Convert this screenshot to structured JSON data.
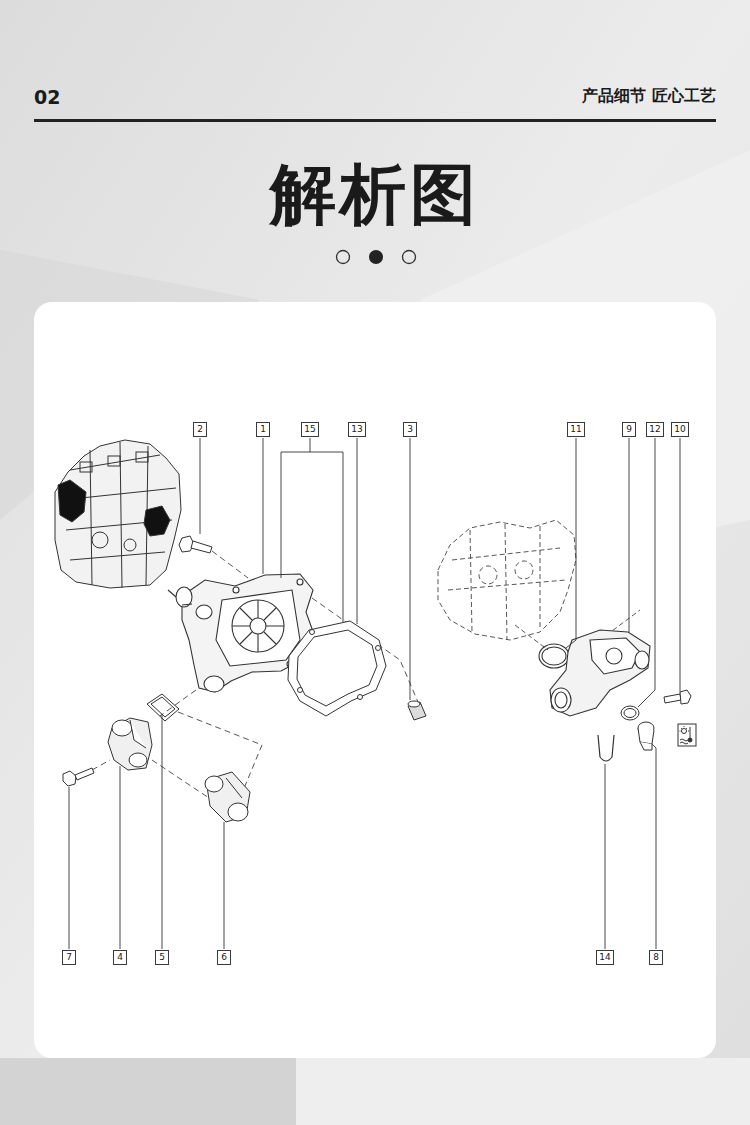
{
  "diagram": {
    "title": "解析图",
    "nodes": [
      {
        "text": [
          "2"
        ]
      },
      {
        "text": [
          "1"
        ]
      },
      {
        "text": [
          "15"
        ]
      },
      {
        "text": [
          "13"
        ]
      },
      {
        "text": [
          "3"
        ]
      },
      {
        "text": [
          "11"
        ]
      },
      {
        "text": [
          "9"
        ]
      },
      {
        "text": [
          "12"
        ]
      },
      {
        "text": [
          "10"
        ]
      },
      {
        "text": [
          "7"
        ]
      },
      {
        "text": [
          "4"
        ]
      },
      {
        "text": [
          "5"
        ]
      },
      {
        "text": [
          "6"
        ]
      },
      {
        "text": [
          "14"
        ]
      },
      {
        "text": [
          "8"
        ]
      }
    ],
    "labels": [
      "02",
      "产品细节 匠心工艺"
    ]
  }
}
